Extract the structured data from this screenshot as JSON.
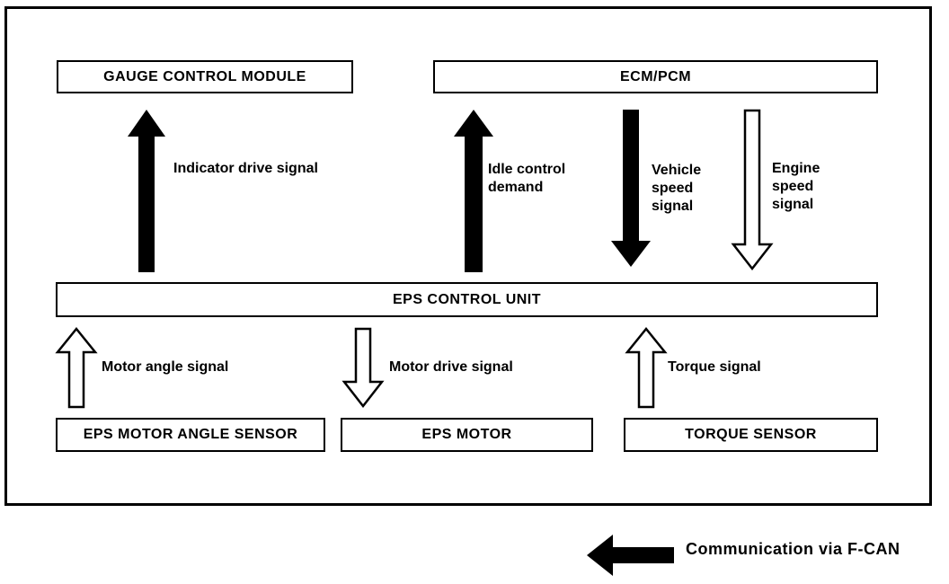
{
  "diagram": {
    "nodes": {
      "gauge_control_module": {
        "label": "GAUGE CONTROL MODULE"
      },
      "ecm_pcm": {
        "label": "ECM/PCM"
      },
      "eps_control_unit": {
        "label": "EPS CONTROL UNIT"
      },
      "eps_motor_angle_sensor": {
        "label": "EPS MOTOR ANGLE SENSOR"
      },
      "eps_motor": {
        "label": "EPS MOTOR"
      },
      "torque_sensor": {
        "label": "TORQUE SENSOR"
      }
    },
    "signals": {
      "indicator_drive": {
        "label": "Indicator drive signal",
        "direction": "up",
        "arrow_fill": "black",
        "from": "EPS CONTROL UNIT",
        "to": "GAUGE CONTROL MODULE"
      },
      "idle_control": {
        "label": "Idle control demand",
        "direction": "up",
        "arrow_fill": "black",
        "from": "EPS CONTROL UNIT",
        "to": "ECM/PCM"
      },
      "vehicle_speed": {
        "label": "Vehicle speed signal",
        "direction": "down",
        "arrow_fill": "black",
        "from": "ECM/PCM",
        "to": "EPS CONTROL UNIT"
      },
      "engine_speed": {
        "label": "Engine speed signal",
        "direction": "down",
        "arrow_fill": "white",
        "from": "ECM/PCM",
        "to": "EPS CONTROL UNIT"
      },
      "motor_angle": {
        "label": "Motor angle signal",
        "direction": "up",
        "arrow_fill": "white",
        "from": "EPS MOTOR ANGLE SENSOR",
        "to": "EPS CONTROL UNIT"
      },
      "motor_drive": {
        "label": "Motor drive signal",
        "direction": "down",
        "arrow_fill": "white",
        "from": "EPS CONTROL UNIT",
        "to": "EPS MOTOR"
      },
      "torque": {
        "label": "Torque signal",
        "direction": "up",
        "arrow_fill": "white",
        "from": "TORQUE SENSOR",
        "to": "EPS CONTROL UNIT"
      }
    },
    "legend": {
      "label": "Communication via F-CAN",
      "direction": "left",
      "arrow_fill": "black"
    },
    "colors": {
      "line": "#000000",
      "background": "#ffffff"
    }
  }
}
